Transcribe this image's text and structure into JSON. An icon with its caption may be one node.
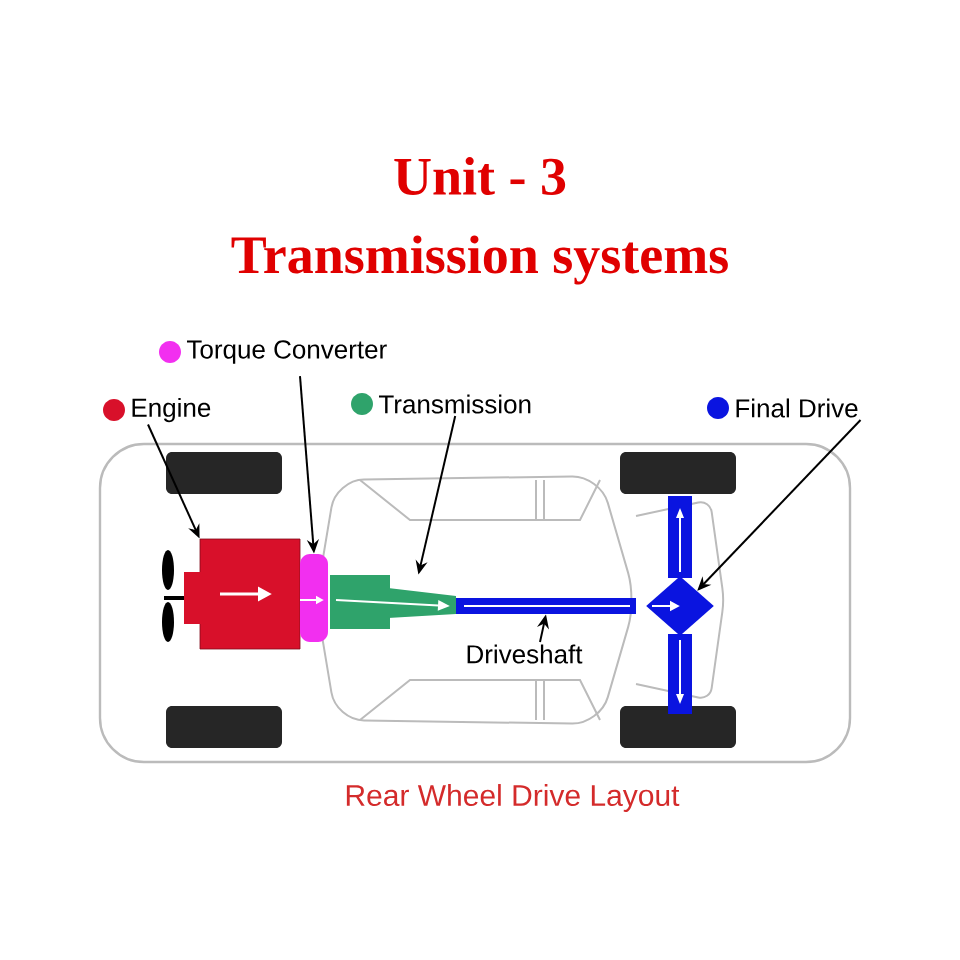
{
  "diagram": {
    "title": "Unit - 3",
    "caption": "Rear Wheel Drive Layout",
    "labels": [
      "Transmission systems"
    ],
    "nodes": [
      {
        "text": [
          "Torque Converter"
        ]
      },
      {
        "text": [
          "Engine"
        ]
      },
      {
        "text": [
          "Transmission"
        ]
      },
      {
        "text": [
          "Final Drive"
        ]
      },
      {
        "text": [
          "Driveshaft"
        ]
      },
      {
        "text": [],
        "shape": "box"
      },
      {
        "text": [],
        "shape": "box"
      },
      {
        "text": [],
        "shape": "box"
      },
      {
        "text": [],
        "shape": "bar"
      },
      {
        "text": [],
        "shape": "diamond"
      }
    ],
    "edges": [
      {
        "from": 1,
        "to": 5,
        "arrow": "to"
      },
      {
        "from": 0,
        "to": 6,
        "arrow": "to"
      },
      {
        "from": 2,
        "to": 7,
        "arrow": "to"
      },
      {
        "from": 3,
        "to": 9,
        "arrow": "to"
      },
      {
        "from": 4,
        "to": 8,
        "arrow": "to"
      }
    ]
  }
}
